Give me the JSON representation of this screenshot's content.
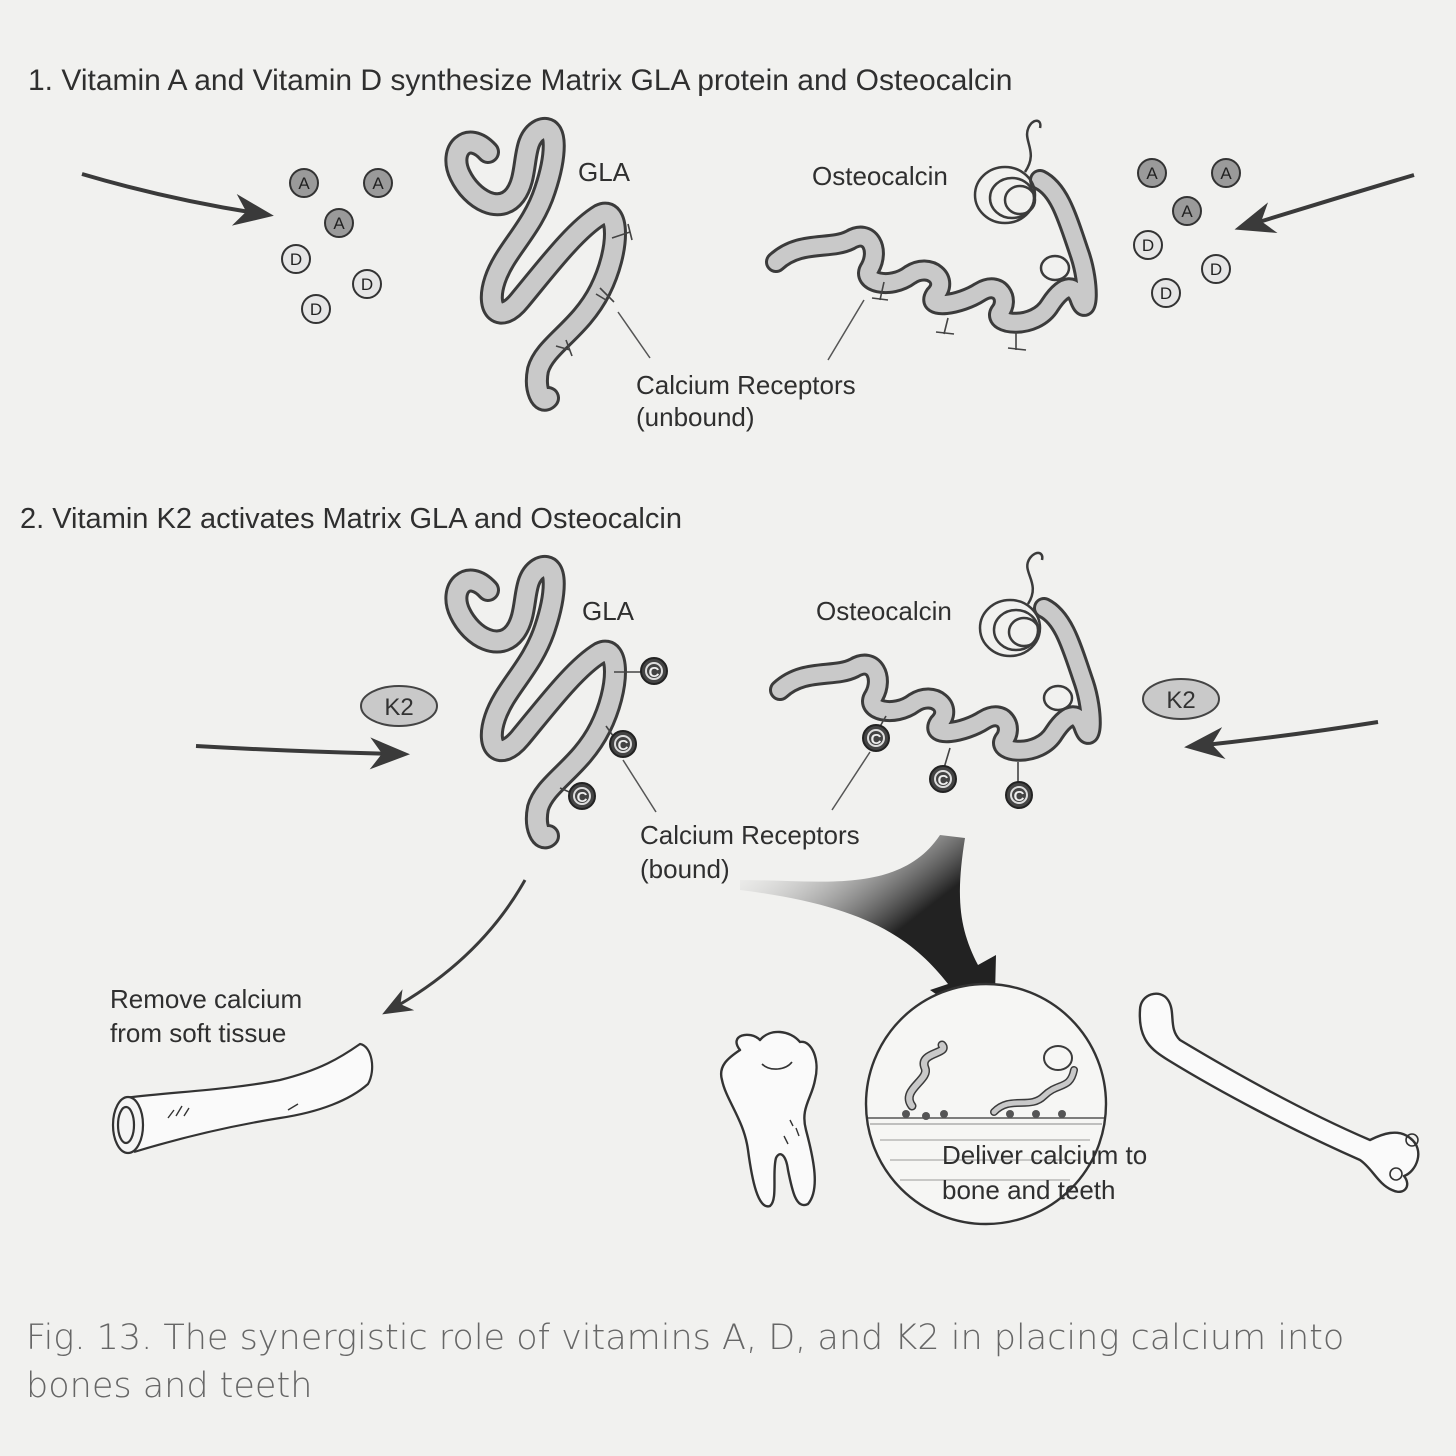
{
  "section1": {
    "title": "1. Vitamin A and Vitamin D synthesize Matrix GLA protein and Osteocalcin",
    "gla_label": "GLA",
    "osteocalcin_label": "Osteocalcin",
    "receptors_line1": "Calcium Receptors",
    "receptors_line2": "(unbound)",
    "vitamin_a": "A",
    "vitamin_d": "D"
  },
  "section2": {
    "title": "2. Vitamin K2 activates Matrix GLA and Osteocalcin",
    "gla_label": "GLA",
    "osteocalcin_label": "Osteocalcin",
    "k2_label": "K2",
    "calcium_symbol": "C",
    "receptors_line1": "Calcium Receptors",
    "receptors_line2": "(bound)",
    "remove_line1": "Remove calcium",
    "remove_line2": "from soft tissue",
    "deliver_line1": "Deliver calcium to",
    "deliver_line2": "bone and teeth"
  },
  "caption": "Fig. 13. The synergistic role of vitamins A, D, and K2 in placing calcium into bones and teeth",
  "colors": {
    "background": "#f1f1ef",
    "ink": "#333333",
    "protein_fill": "#c9c9c9",
    "vitamin_circle": "#9a9a9a",
    "calcium_circle": "#444444"
  }
}
